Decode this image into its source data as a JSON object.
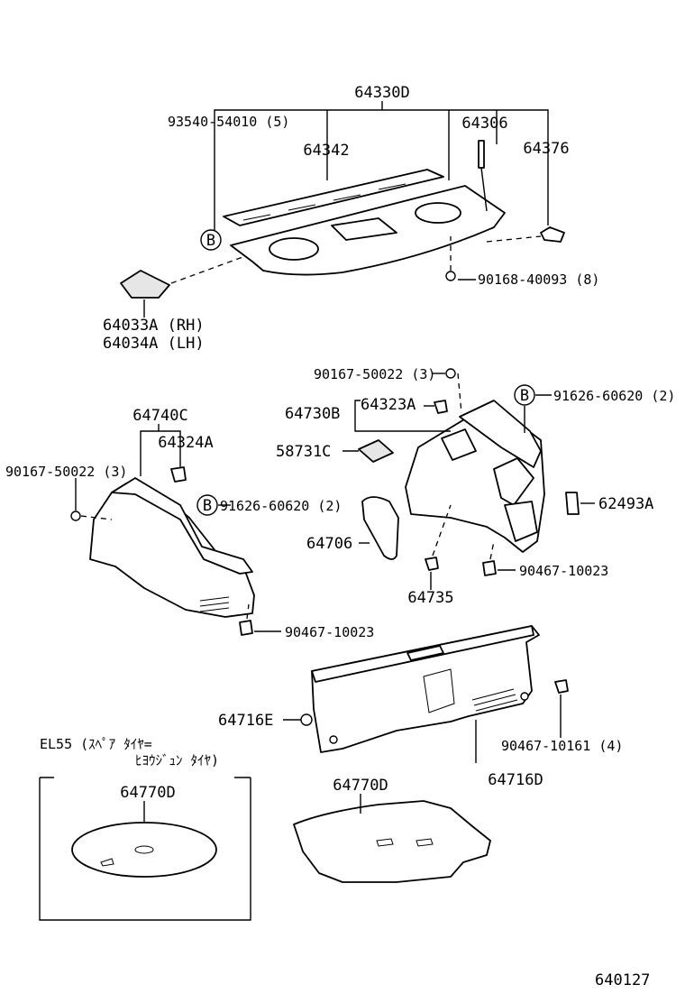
{
  "labels": {
    "tray_assy": "64330D",
    "screw_93540": "93540-54010 (5)",
    "tray_part": "64342",
    "rod": "64306",
    "clip_64376": "64376",
    "screw_90168": "90168-40093 (8)",
    "grille_rh": "64033A (RH)",
    "grille_lh": "64034A (LH)",
    "screw_r_top": "90167-50022 (3)",
    "b_clip_r": "91626-60620 (2)",
    "trim_r": "64730B",
    "bracket_r": "64323A",
    "lid_58731": "58731C",
    "clip_62493": "62493A",
    "cover_64706": "64706",
    "nut_r": "90467-10023",
    "clip_64735": "64735",
    "trim_l": "64740C",
    "bracket_l": "64324A",
    "screw_l": "90167-50022 (3)",
    "b_clip_l": "91626-60620 (2)",
    "nut_l": "90467-10023",
    "plate_e": "64716E",
    "clip_90467_10161": "90467-10161 (4)",
    "plate_d": "64716D",
    "note_line1": "EL55 (ｽﾍﾟｱ ﾀｲﾔ=",
    "note_line2": "ﾋﾖｳｼﾞｭﾝ ﾀｲﾔ)",
    "mat_spare": "64770D",
    "mat_main": "64770D",
    "ref_code": "640127",
    "b_marker": "B"
  }
}
